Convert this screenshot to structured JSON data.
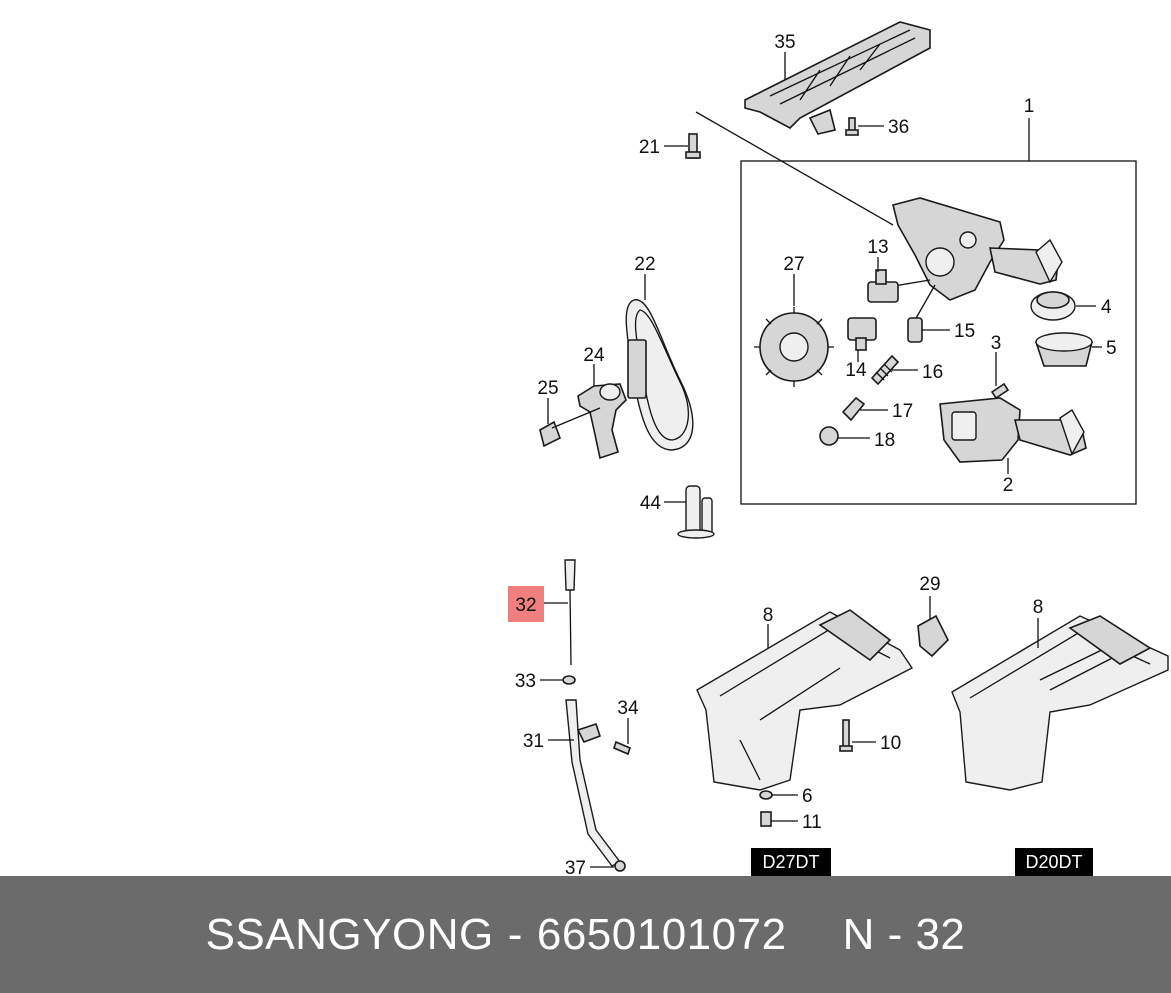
{
  "callouts": [
    {
      "id": "35",
      "text": "35"
    },
    {
      "id": "36",
      "text": "36"
    },
    {
      "id": "21",
      "text": "21"
    },
    {
      "id": "1",
      "text": "1"
    },
    {
      "id": "22",
      "text": "22"
    },
    {
      "id": "27",
      "text": "27"
    },
    {
      "id": "13",
      "text": "13"
    },
    {
      "id": "4",
      "text": "4"
    },
    {
      "id": "5",
      "text": "5"
    },
    {
      "id": "15",
      "text": "15"
    },
    {
      "id": "3",
      "text": "3"
    },
    {
      "id": "24",
      "text": "24"
    },
    {
      "id": "25",
      "text": "25"
    },
    {
      "id": "14",
      "text": "14"
    },
    {
      "id": "16",
      "text": "16"
    },
    {
      "id": "17",
      "text": "17"
    },
    {
      "id": "18",
      "text": "18"
    },
    {
      "id": "2",
      "text": "2"
    },
    {
      "id": "44",
      "text": "44"
    },
    {
      "id": "32",
      "text": "32"
    },
    {
      "id": "29",
      "text": "29"
    },
    {
      "id": "8a",
      "text": "8"
    },
    {
      "id": "8b",
      "text": "8"
    },
    {
      "id": "33",
      "text": "33"
    },
    {
      "id": "34",
      "text": "34"
    },
    {
      "id": "31",
      "text": "31"
    },
    {
      "id": "10",
      "text": "10"
    },
    {
      "id": "6",
      "text": "6"
    },
    {
      "id": "11",
      "text": "11"
    },
    {
      "id": "37",
      "text": "37"
    }
  ],
  "variants": {
    "left": "D27DT",
    "right": "D20DT"
  },
  "highlight_color": "#f08080",
  "footer": {
    "brand": "SSANGYONG",
    "separator": "-",
    "part_number": "6650101072",
    "ref_label": "N - 32"
  }
}
